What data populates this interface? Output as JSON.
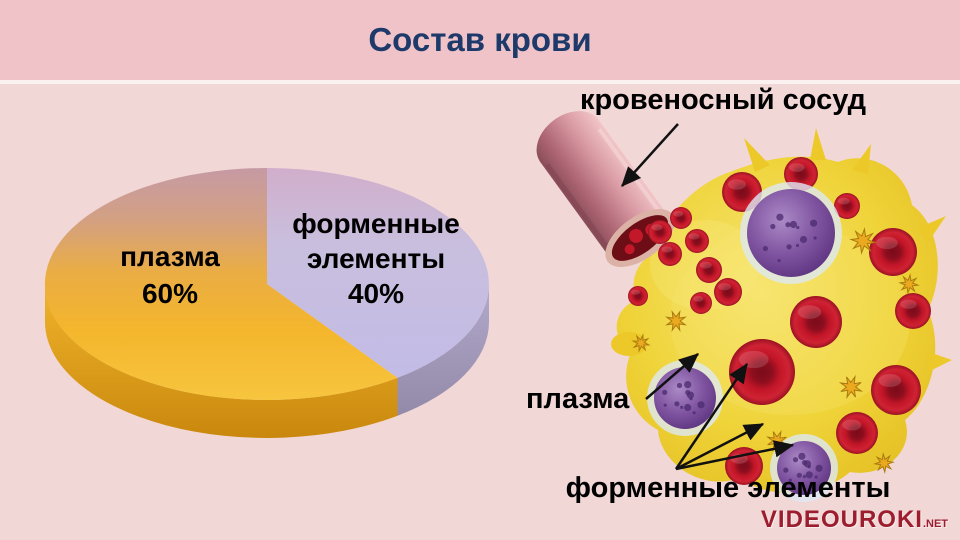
{
  "slide": {
    "title": "Состав крови",
    "background_color": "#f2d7d7",
    "header_color": "#f0c3c8",
    "title_color": "#1d3a6b"
  },
  "chart_data": {
    "type": "pie",
    "title": "Состав крови",
    "style": "3d-pie",
    "start_angle_deg": -90,
    "legend": "none",
    "slices": [
      {
        "id": "plasma",
        "label": "плазма",
        "value_pct": 60,
        "color": "#f2b32b"
      },
      {
        "id": "formed",
        "label": "форменные элементы",
        "value_pct": 40,
        "color": "#c6bfe0"
      }
    ],
    "labels": {
      "plasma_name": "плазма",
      "plasma_pct": "60%",
      "formed_line1": "форменные",
      "formed_line2": "элементы",
      "formed_pct": "40%"
    }
  },
  "illustration": {
    "vessel_label": "кровеносный сосуд",
    "plasma_label": "плазма",
    "formed_label": "форменные элементы"
  },
  "logo": {
    "text": "VIDEOUROKI",
    "suffix": ".NET",
    "color": "#9b1d2e"
  }
}
